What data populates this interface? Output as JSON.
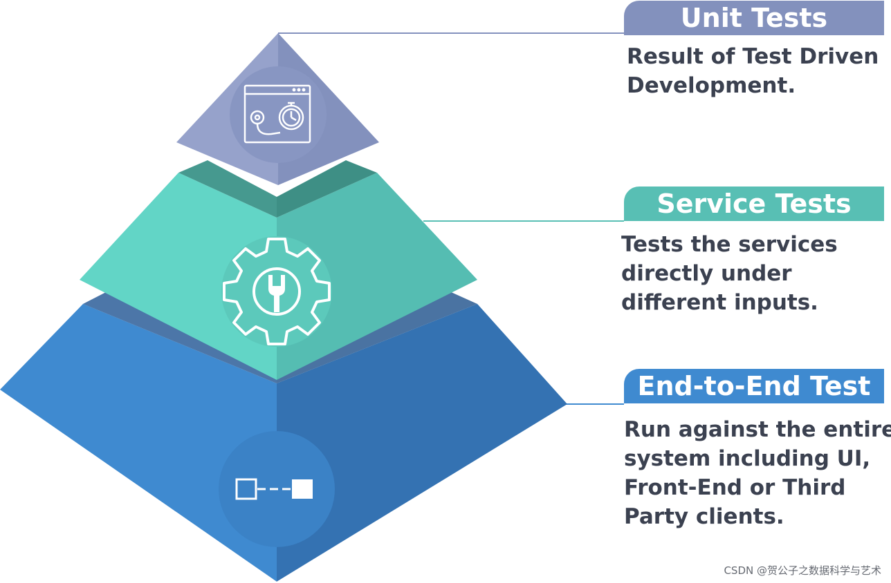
{
  "tiers": [
    {
      "title": "Unit Tests",
      "description": [
        "Result of Test Driven",
        "Development."
      ],
      "icon": "stopwatch-browser-icon",
      "color": "#8391bd"
    },
    {
      "title": "Service Tests",
      "description": [
        "Tests the services",
        "directly under",
        "different inputs."
      ],
      "icon": "gear-wrench-icon",
      "color": "#58bfb4"
    },
    {
      "title": "End-to-End Test",
      "description": [
        "Run against the entire",
        "system including UI,",
        "Front-End or Third",
        "Party clients."
      ],
      "icon": "connected-nodes-icon",
      "color": "#3f8ad0"
    }
  ],
  "watermark": "CSDN @贺公子之数据科学与艺术"
}
